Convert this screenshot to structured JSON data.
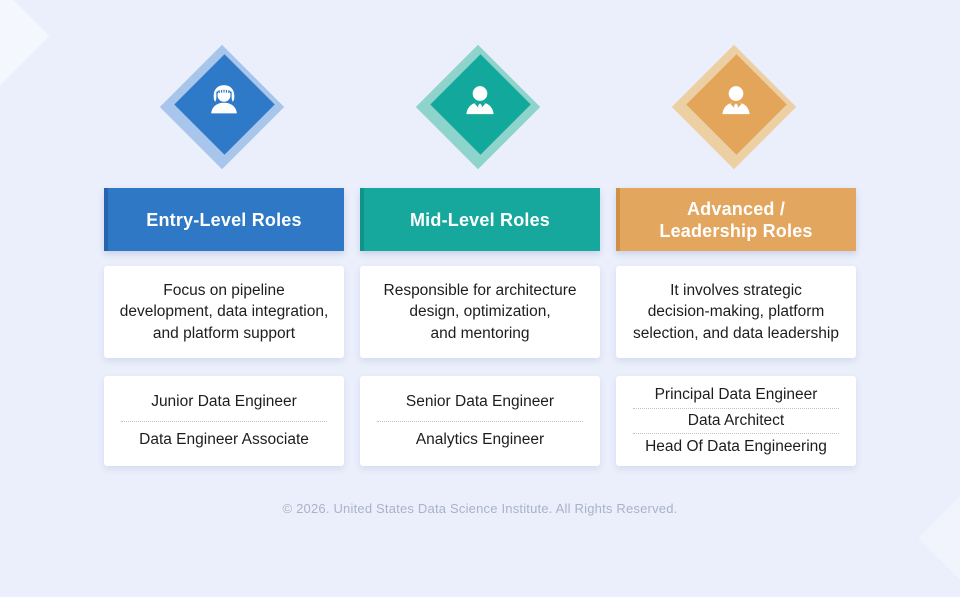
{
  "page": {
    "background_color": "#ebeffc",
    "footer": "© 2026. United States Data Science Institute. All Rights Reserved."
  },
  "columns": [
    {
      "id": "entry-level",
      "title": "Entry-Level Roles",
      "description": "Focus on pipeline\ndevelopment, data integration,\nand platform support",
      "roles": [
        "Junior Data Engineer",
        "Data Engineer Associate"
      ],
      "icon": "female-person-icon",
      "colors": {
        "main": "#2e78c6",
        "stripe": "#2565ae",
        "diamond_outer": "#a8c6ec",
        "diamond_inner": "#2e7ac9"
      }
    },
    {
      "id": "mid-level",
      "title": "Mid-Level Roles",
      "description": "Responsible for architecture\ndesign, optimization,\nand mentoring",
      "roles": [
        "Senior Data Engineer",
        "Analytics Engineer"
      ],
      "icon": "male-person-icon",
      "colors": {
        "main": "#16a89c",
        "stripe": "#0f9488",
        "diamond_outer": "#8fd3cd",
        "diamond_inner": "#12a89b"
      }
    },
    {
      "id": "advanced-leadership",
      "title": "Advanced /\nLeadership Roles",
      "description": "It involves strategic\ndecision-making, platform\nselection, and data leadership",
      "roles": [
        "Principal Data Engineer",
        "Data Architect",
        "Head Of Data Engineering"
      ],
      "icon": "male-person-icon",
      "colors": {
        "main": "#e2a65f",
        "stripe": "#cf8f44",
        "diamond_outer": "#eccfa3",
        "diamond_inner": "#e3a559"
      }
    }
  ]
}
